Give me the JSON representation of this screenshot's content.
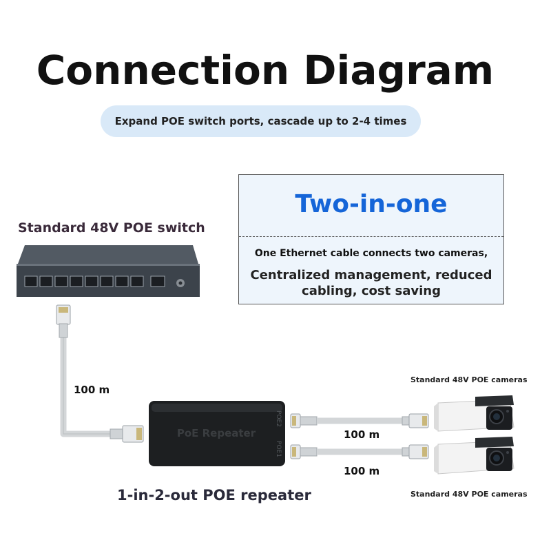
{
  "title": "Connection Diagram",
  "subtitle": "Expand POE switch ports, cascade up to 2-4 times",
  "feature": {
    "title": "Two-in-one",
    "line1": "One Ethernet cable connects two cameras,",
    "line2": "Centralized management, reduced cabling, cost saving"
  },
  "switch": {
    "label": "Standard 48V POE switch"
  },
  "repeater": {
    "label": "1-in-2-out POE repeater",
    "device_text": "PoE Repeater",
    "port1": "POE1",
    "port2": "POE2"
  },
  "cameras": {
    "label_top": "Standard 48V POE cameras",
    "label_bottom": "Standard 48V POE cameras"
  },
  "distances": {
    "switch_to_repeater": "100 m",
    "repeater_to_camera1": "100 m",
    "repeater_to_camera2": "100 m"
  },
  "colors": {
    "title_blue": "#1565d8",
    "pill_bg": "#d9e9f8",
    "box_bg": "#eef5fc",
    "cable": "#d3d6d8",
    "switch_body": "#3c434b",
    "repeater_body": "#1d1f21"
  }
}
